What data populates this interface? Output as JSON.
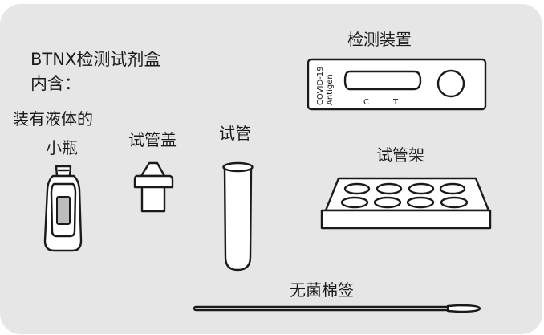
{
  "kit": {
    "title": "BTNX检测试剂盒",
    "contains": "内含："
  },
  "labels": {
    "vial_line1": "装有液体的",
    "vial_line2": "小瓶",
    "cap": "试管盖",
    "tube": "试管",
    "device": "检测装置",
    "rack": "试管架",
    "swab": "无菌棉签"
  },
  "device_text": {
    "brand_line1": "COVID-19",
    "brand_line2": "Antigen",
    "c_mark": "C",
    "t_mark": "T"
  },
  "colors": {
    "panel": "#e6e6e6",
    "stroke": "#1a1a1a",
    "fill": "#ffffff",
    "liquid": "#bdbdbd"
  }
}
